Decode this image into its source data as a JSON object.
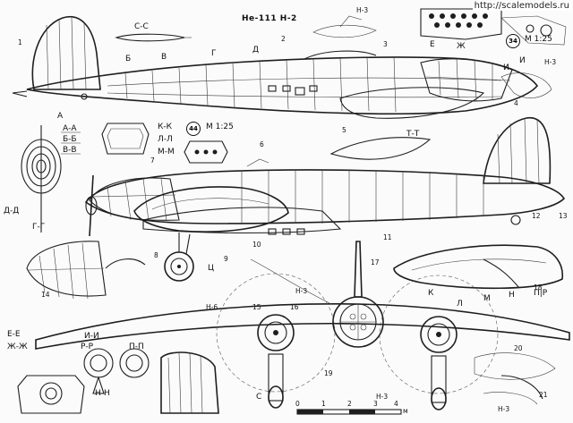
{
  "watermark": "http://scalemodels.ru",
  "title": "He-111 H-2",
  "scale_top": "M 1:25",
  "scale_mid": "M 1:25",
  "badge_top": "34",
  "badge_mid": "44",
  "section_labels": {
    "cc": "C-C",
    "kk": "К-К",
    "ll": "Л-Л",
    "mm": "М-М",
    "aa": "А-А",
    "bb": "Б-Б",
    "vv": "В-В",
    "dd": "Д-Д",
    "gg": "Г-Г",
    "tt": "Т-Т",
    "ee": "Е-Е",
    "zhzh": "Ж-Ж",
    "ii": "И-И",
    "rr": "Р-Р",
    "pp": "П-П",
    "nn": "Н-Н"
  },
  "station_labels": {
    "b": "Б",
    "v": "В",
    "g": "Г",
    "d": "Д",
    "e": "Е",
    "zh": "Ж",
    "i": "И",
    "a": "А",
    "k": "К",
    "l": "Л",
    "m": "М",
    "n": "Н",
    "p_r": "П|Р",
    "s": "С",
    "i_low": "И",
    "ts": "Ц"
  },
  "detail_labels": {
    "h3_a": "Н-3",
    "h3_b": "Н-3",
    "h3_c": "Н-3",
    "h3_d": "Н-3",
    "h3_e": "Н-3",
    "h6": "Н-6"
  },
  "callouts": [
    "1",
    "2",
    "3",
    "4",
    "5",
    "6",
    "7",
    "8",
    "9",
    "10",
    "11",
    "12",
    "13",
    "14",
    "15",
    "16",
    "17",
    "18",
    "19",
    "20",
    "21"
  ],
  "scale_bar": {
    "ticks": [
      "0",
      "1",
      "2",
      "3",
      "4"
    ],
    "unit": "м"
  }
}
